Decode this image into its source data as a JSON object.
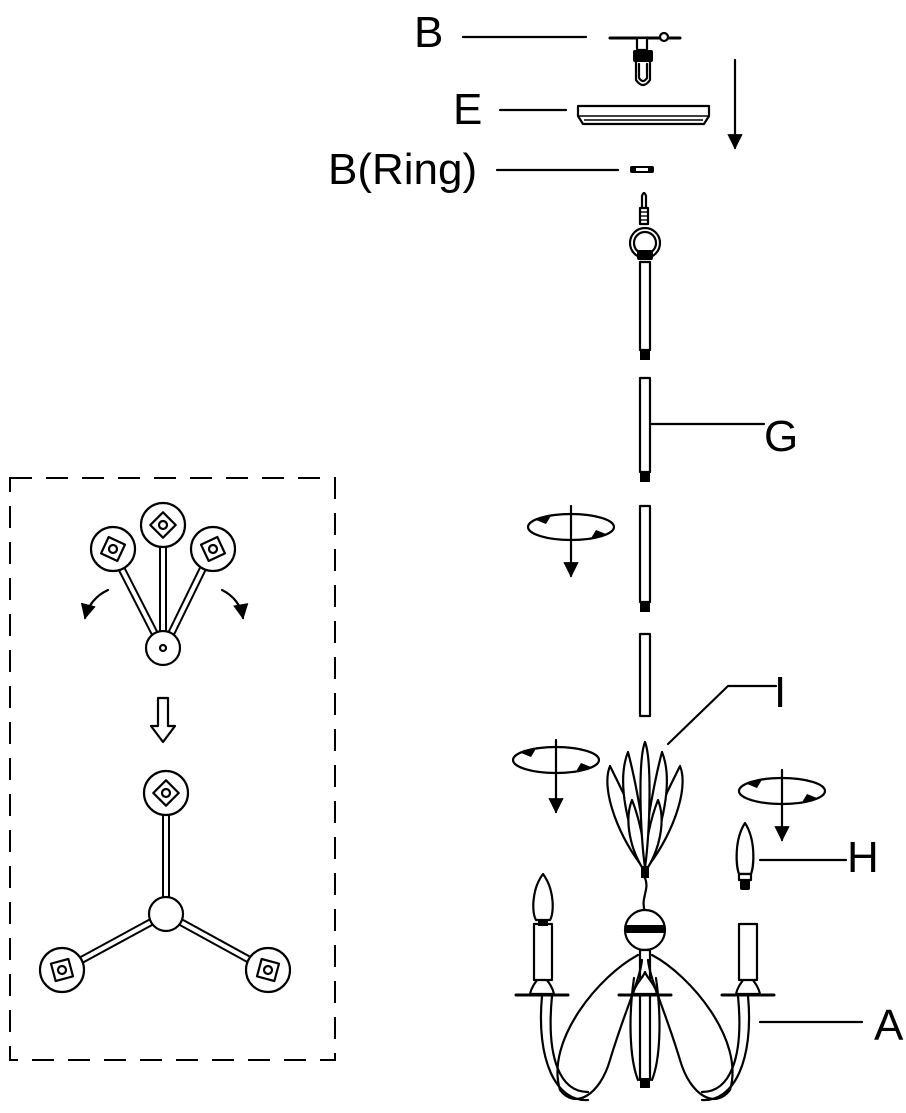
{
  "labels": {
    "b": "B",
    "e": "E",
    "b_ring": "B(Ring)",
    "g": "G",
    "i": "I",
    "h": "H",
    "a": "A"
  }
}
